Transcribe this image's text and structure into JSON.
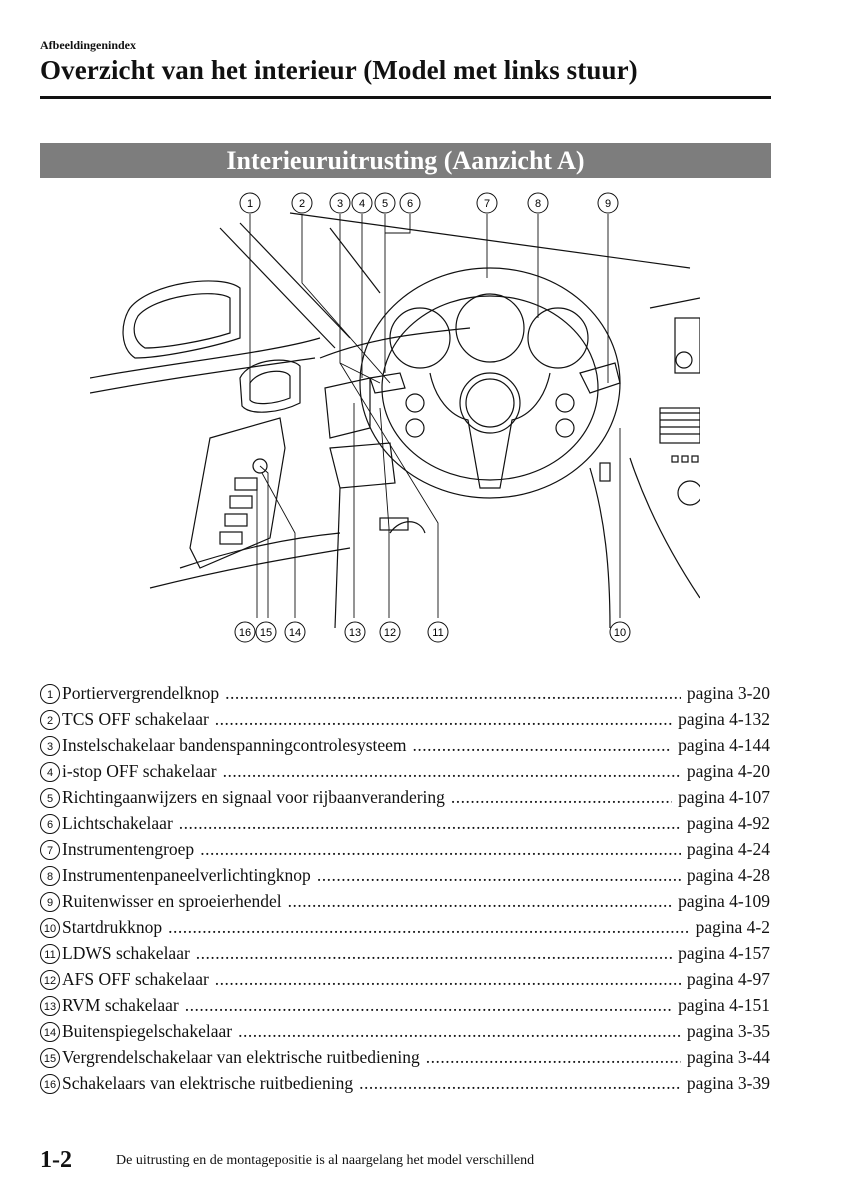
{
  "header": {
    "section_label": "Afbeeldingenindex",
    "title": "Overzicht van het interieur (Model met links stuur)"
  },
  "banner": {
    "title": "Interieuruitrusting (Aanzicht A)"
  },
  "callouts": {
    "top": [
      "①",
      "②",
      "③",
      "④",
      "⑤",
      "⑥",
      "⑦",
      "⑧",
      "⑨"
    ],
    "bottom": [
      "⑯",
      "⑮",
      "⑭",
      "⑬",
      "⑫",
      "⑪",
      "⑩"
    ]
  },
  "legend": [
    {
      "num": "①",
      "label": "Portiervergrendelknop",
      "page": "pagina 3-20"
    },
    {
      "num": "②",
      "label": "TCS OFF schakelaar",
      "page": "pagina 4-132"
    },
    {
      "num": "③",
      "label": "Instelschakelaar bandenspanningcontrolesysteem",
      "page": "pagina 4-144"
    },
    {
      "num": "④",
      "label": "i-stop OFF schakelaar",
      "page": "pagina 4-20"
    },
    {
      "num": "⑤",
      "label": "Richtingaanwijzers en signaal voor rijbaanverandering",
      "page": "pagina 4-107"
    },
    {
      "num": "⑥",
      "label": "Lichtschakelaar",
      "page": "pagina 4-92"
    },
    {
      "num": "⑦",
      "label": "Instrumentengroep",
      "page": "pagina 4-24"
    },
    {
      "num": "⑧",
      "label": "Instrumentenpaneelverlichtingknop",
      "page": "pagina 4-28"
    },
    {
      "num": "⑨",
      "label": "Ruitenwisser en sproeierhendel",
      "page": "pagina 4-109"
    },
    {
      "num": "⑩",
      "label": "Startdrukknop",
      "page": "pagina 4-2"
    },
    {
      "num": "⑪",
      "label": "LDWS schakelaar",
      "page": "pagina 4-157"
    },
    {
      "num": "⑫",
      "label": "AFS OFF schakelaar",
      "page": "pagina 4-97"
    },
    {
      "num": "⑬",
      "label": "RVM schakelaar",
      "page": "pagina 4-151"
    },
    {
      "num": "⑭",
      "label": "Buitenspiegelschakelaar",
      "page": "pagina 3-35"
    },
    {
      "num": "⑮",
      "label": "Vergrendelschakelaar van elektrische ruitbediening",
      "page": "pagina 3-44"
    },
    {
      "num": "⑯",
      "label": "Schakelaars van elektrische ruitbediening",
      "page": "pagina 3-39"
    }
  ],
  "footer": {
    "page_number": "1-2",
    "note": "De uitrusting en de montagepositie is al naargelang het model verschillend"
  }
}
